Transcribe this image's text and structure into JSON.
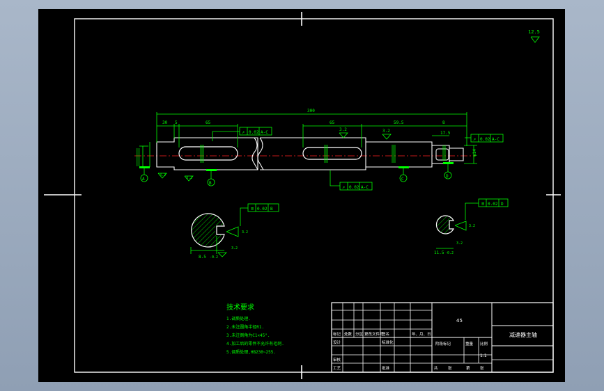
{
  "drawing": {
    "title": "减速器主轴",
    "material": "45",
    "scale": "1:1",
    "roughness_general": "12.5"
  },
  "dimensions": {
    "overall_length": "300",
    "d1": "30",
    "d2": "65",
    "d3": "65",
    "d4": "59.5",
    "d5": "17.5",
    "d6": "8",
    "d_small_left": "5",
    "roughness_1": "3.2",
    "roughness_2": "3.2",
    "roughness_3": "3.2",
    "roughness_4": "3.2"
  },
  "tolerances": {
    "tol_a": "0.02",
    "tol_a_ref": "A-C",
    "tol_b": "0.02",
    "tol_b_ref": "A-C",
    "tol_c": "0.02",
    "tol_c_ref": "B",
    "tol_d": "0.02",
    "tol_d_ref": "D",
    "tol_e": "0.02",
    "tol_e_ref": "A-C"
  },
  "datums": {
    "a": "A",
    "b": "B",
    "c": "C",
    "d": "D"
  },
  "sections": {
    "left_dim": "8.5",
    "left_dim_tol": "-0.2",
    "right_dim": "11.5",
    "right_dim_tol": "-0.2"
  },
  "tech_requirements": {
    "heading": "技术要求",
    "items": [
      "1.调质处理.",
      "2.未注圆角半径R1.",
      "3.未注倒角为C1×45°.",
      "4.加工后的零件不允许有毛刺.",
      "5.调质处理,HB230~255."
    ]
  },
  "title_block": {
    "row_labels": [
      "标记",
      "处数",
      "分区",
      "更改文件号",
      "签名",
      "年、月、日"
    ],
    "design": "设计",
    "standardize": "标准化",
    "stage_mark": "阶段标记",
    "weight": "重量",
    "ratio": "比例",
    "review": "审核",
    "process": "工艺",
    "approve": "批准",
    "sheet_total": "共",
    "sheet_label": "张",
    "sheet_no": "第",
    "sheet_label2": "张"
  }
}
